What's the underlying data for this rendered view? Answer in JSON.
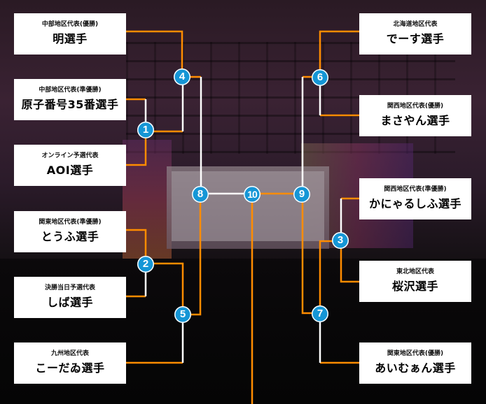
{
  "colors": {
    "winner_line": "#ff8c00",
    "loser_line": "#ffffff",
    "node": "#1596d6"
  },
  "left": [
    {
      "region": "中部地区代表(優勝)",
      "name": "明選手"
    },
    {
      "region": "中部地区代表(準優勝)",
      "name": "原子番号35番選手"
    },
    {
      "region": "オンライン予選代表",
      "name": "AOI選手"
    },
    {
      "region": "関東地区代表(準優勝)",
      "name": "とうふ選手"
    },
    {
      "region": "決勝当日予選代表",
      "name": "しば選手"
    },
    {
      "region": "九州地区代表",
      "name": "こーだゐ選手"
    }
  ],
  "right": [
    {
      "region": "北海道地区代表",
      "name": "でーす選手"
    },
    {
      "region": "関西地区代表(優勝)",
      "name": "まさやん選手"
    },
    {
      "region": "関西地区代表(準優勝)",
      "name": "かにゃるしふ選手"
    },
    {
      "region": "東北地区代表",
      "name": "桜沢選手"
    },
    {
      "region": "関東地区代表(優勝)",
      "name": "あいむぁん選手"
    }
  ],
  "matches": [
    "1",
    "2",
    "3",
    "4",
    "5",
    "6",
    "7",
    "8",
    "9",
    "10"
  ]
}
